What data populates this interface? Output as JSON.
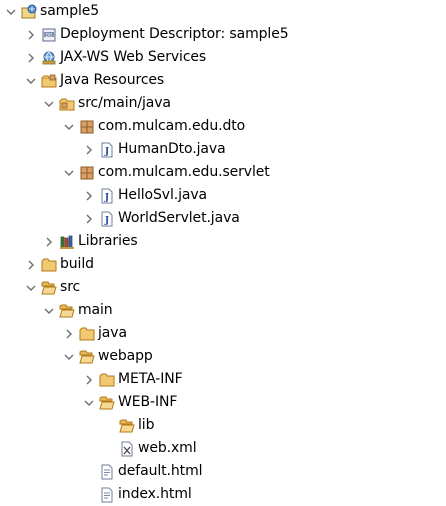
{
  "project_explorer": {
    "nodes": [
      {
        "label": "sample5",
        "expanded": true,
        "icon": "project-icon"
      },
      {
        "label": "Deployment Descriptor: sample5",
        "expanded": false,
        "icon": "deployment-descriptor-icon"
      },
      {
        "label": "JAX-WS Web Services",
        "expanded": false,
        "icon": "web-services-icon"
      },
      {
        "label": "Java Resources",
        "expanded": true,
        "icon": "java-resources-icon"
      },
      {
        "label": "src/main/java",
        "expanded": true,
        "icon": "source-folder-icon"
      },
      {
        "label": "com.mulcam.edu.dto",
        "expanded": true,
        "icon": "package-icon"
      },
      {
        "label": "HumanDto.java",
        "expanded": false,
        "icon": "java-file-icon"
      },
      {
        "label": "com.mulcam.edu.servlet",
        "expanded": true,
        "icon": "package-icon"
      },
      {
        "label": "HelloSvl.java",
        "expanded": false,
        "icon": "java-file-icon"
      },
      {
        "label": "WorldServlet.java",
        "expanded": false,
        "icon": "java-file-icon"
      },
      {
        "label": "Libraries",
        "expanded": false,
        "icon": "libraries-icon"
      },
      {
        "label": "build",
        "expanded": false,
        "icon": "folder-icon"
      },
      {
        "label": "src",
        "expanded": true,
        "icon": "folder-open-icon"
      },
      {
        "label": "main",
        "expanded": true,
        "icon": "folder-open-icon"
      },
      {
        "label": "java",
        "expanded": false,
        "icon": "folder-icon"
      },
      {
        "label": "webapp",
        "expanded": true,
        "icon": "folder-open-icon"
      },
      {
        "label": "META-INF",
        "expanded": false,
        "icon": "folder-icon"
      },
      {
        "label": "WEB-INF",
        "expanded": true,
        "icon": "folder-open-icon"
      },
      {
        "label": "lib",
        "expanded": null,
        "icon": "folder-icon"
      },
      {
        "label": "web.xml",
        "expanded": null,
        "icon": "xml-file-icon"
      },
      {
        "label": "default.html",
        "expanded": null,
        "icon": "html-file-icon"
      },
      {
        "label": "index.html",
        "expanded": null,
        "icon": "html-file-icon"
      }
    ]
  },
  "colors": {
    "arrow": "#6e6e6e",
    "folder_fill": "#f3c872",
    "folder_stroke": "#b27a14",
    "package_fill": "#d9a063",
    "package_stroke": "#8a5a2b",
    "java_letter": "#2a4f9c",
    "file_stroke": "#6f7f9a"
  }
}
